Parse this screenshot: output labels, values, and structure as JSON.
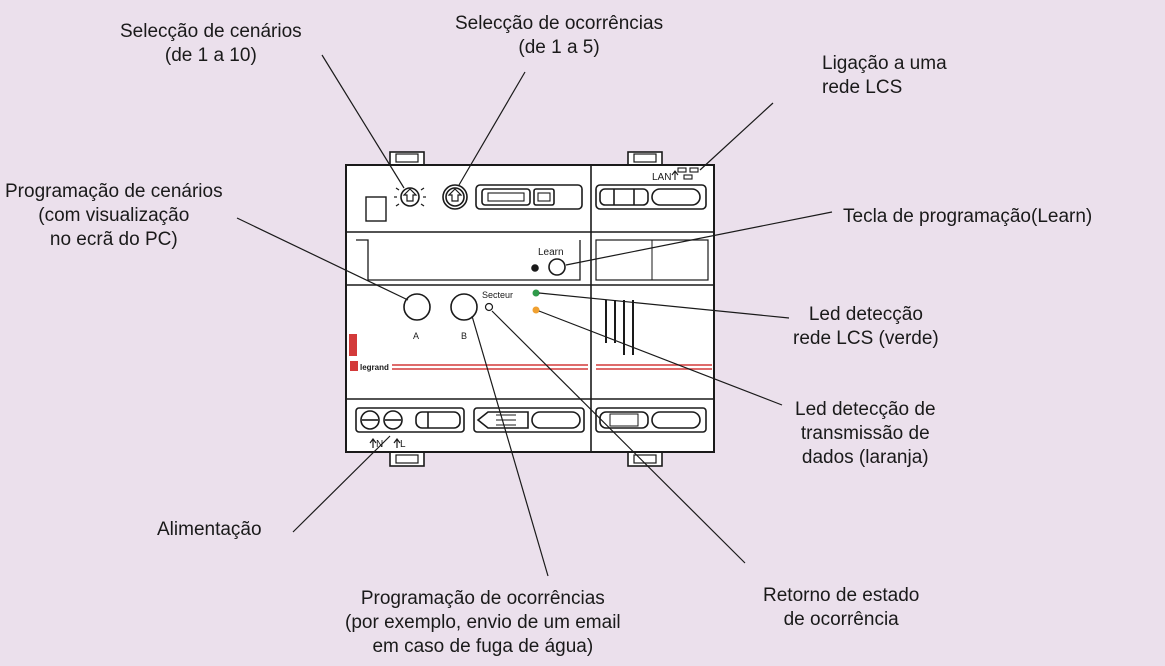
{
  "callouts": {
    "scenario_select": [
      "Selecção de cenários",
      "(de 1 a 10)"
    ],
    "occurrence_select": [
      "Selecção de ocorrências",
      "(de 1 a 5)"
    ],
    "lcs_link": [
      "Ligação a uma",
      "rede LCS"
    ],
    "scenario_prog": [
      "Programação de cenários",
      "(com visualização",
      "no ecrã do PC)"
    ],
    "learn_key": [
      "Tecla de programação(Learn)"
    ],
    "led_green": [
      "Led detecção",
      "rede LCS (verde)"
    ],
    "led_orange": [
      "Led detecção de",
      "transmissão de",
      "dados (laranja)"
    ],
    "power": [
      "Alimentação"
    ],
    "occurrence_prog": [
      "Programação de ocorrências",
      "(por exemplo, envio de um email",
      "em caso de fuga de água)"
    ],
    "status_return": [
      "Retorno de estado",
      "de ocorrência"
    ]
  },
  "device": {
    "lan": "LAN",
    "learn": "Learn",
    "secteur": "Secteur",
    "button_a": "A",
    "button_b": "B",
    "brand": "legrand",
    "n": "N",
    "l": "L"
  },
  "colors": {
    "background": "#ebe0ec",
    "led_green": "#2f9a4a",
    "led_orange": "#f0a030",
    "stripe_red": "#d33a3a"
  }
}
